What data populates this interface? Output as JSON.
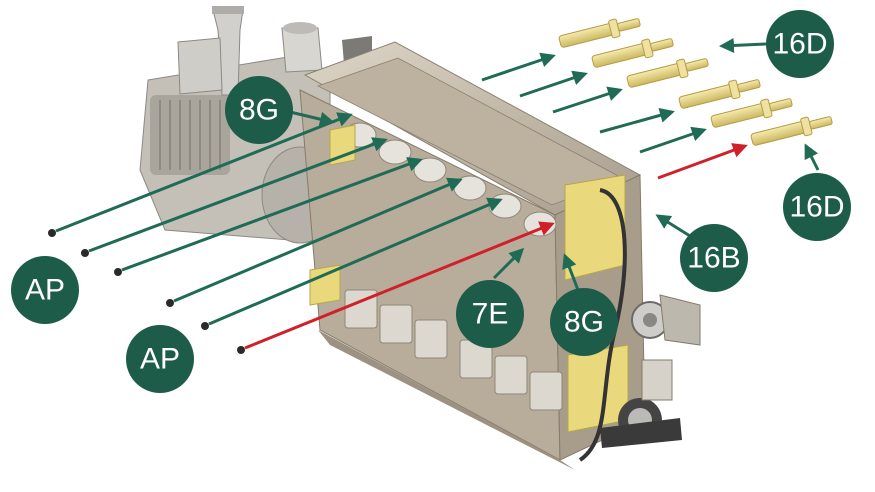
{
  "colors": {
    "callout_bg": "#1e5c4a",
    "callout_text": "#ffffff",
    "green_arrow": "#1f6b55",
    "red_arrow": "#d0202a",
    "engine_body": "#c9bfae",
    "engine_shadow": "#9d9282",
    "yellow_panel": "#e9d97c",
    "pin": "#e7d58a",
    "metal": "#b6b8bb",
    "belt": "#333333"
  },
  "callouts": {
    "c8g_top": "8G",
    "c16d_top": "16D",
    "c16d_right": "16D",
    "c16b": "16B",
    "ap_left": "AP",
    "ap_bottom": "AP",
    "c7e": "7E",
    "c8g_bottom": "8G"
  },
  "icons": {
    "pin": "threaded-pin-icon",
    "screw": "screw-icon"
  }
}
